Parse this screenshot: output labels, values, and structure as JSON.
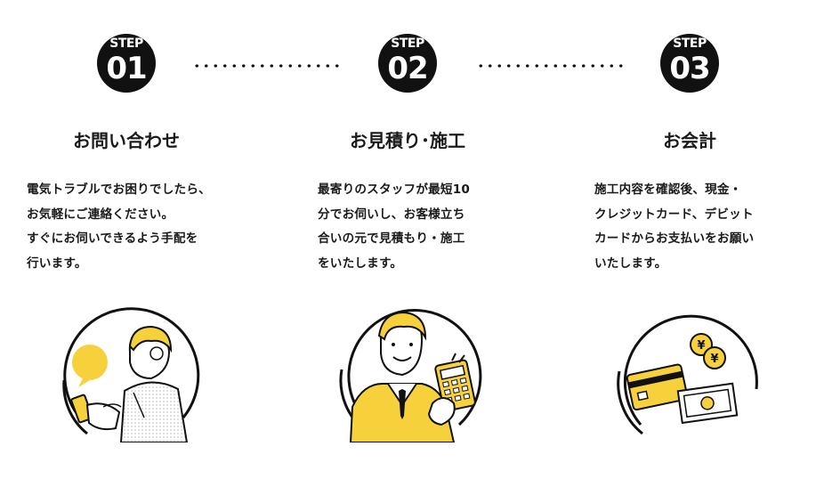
{
  "steps": [
    {
      "label": "STEP",
      "number": "01",
      "title": "お問い合わせ",
      "description": "電気トラブルでお困りでしたら、\nお気軽にご連絡ください。\nすぐにお伺いできるよう手配を\n行います。",
      "illustration": "man-with-smartphone-chat-icon"
    },
    {
      "label": "STEP",
      "number": "02",
      "title": "お見積り･施工",
      "description": "最寄りのスタッフが最短10\n分でお伺いし、お客様立ち\n合いの元で見積もり・施工\nをいたします。",
      "illustration": "man-with-calculator-icon"
    },
    {
      "label": "STEP",
      "number": "03",
      "title": "お会計",
      "description": "施工内容を確認後、現金・\nクレジットカード、デビット\nカードからお支払いをお願い\nいたします。",
      "illustration": "credit-card-cash-coins-icon"
    }
  ],
  "colors": {
    "accent": "#f7d13c",
    "dark": "#111111"
  }
}
